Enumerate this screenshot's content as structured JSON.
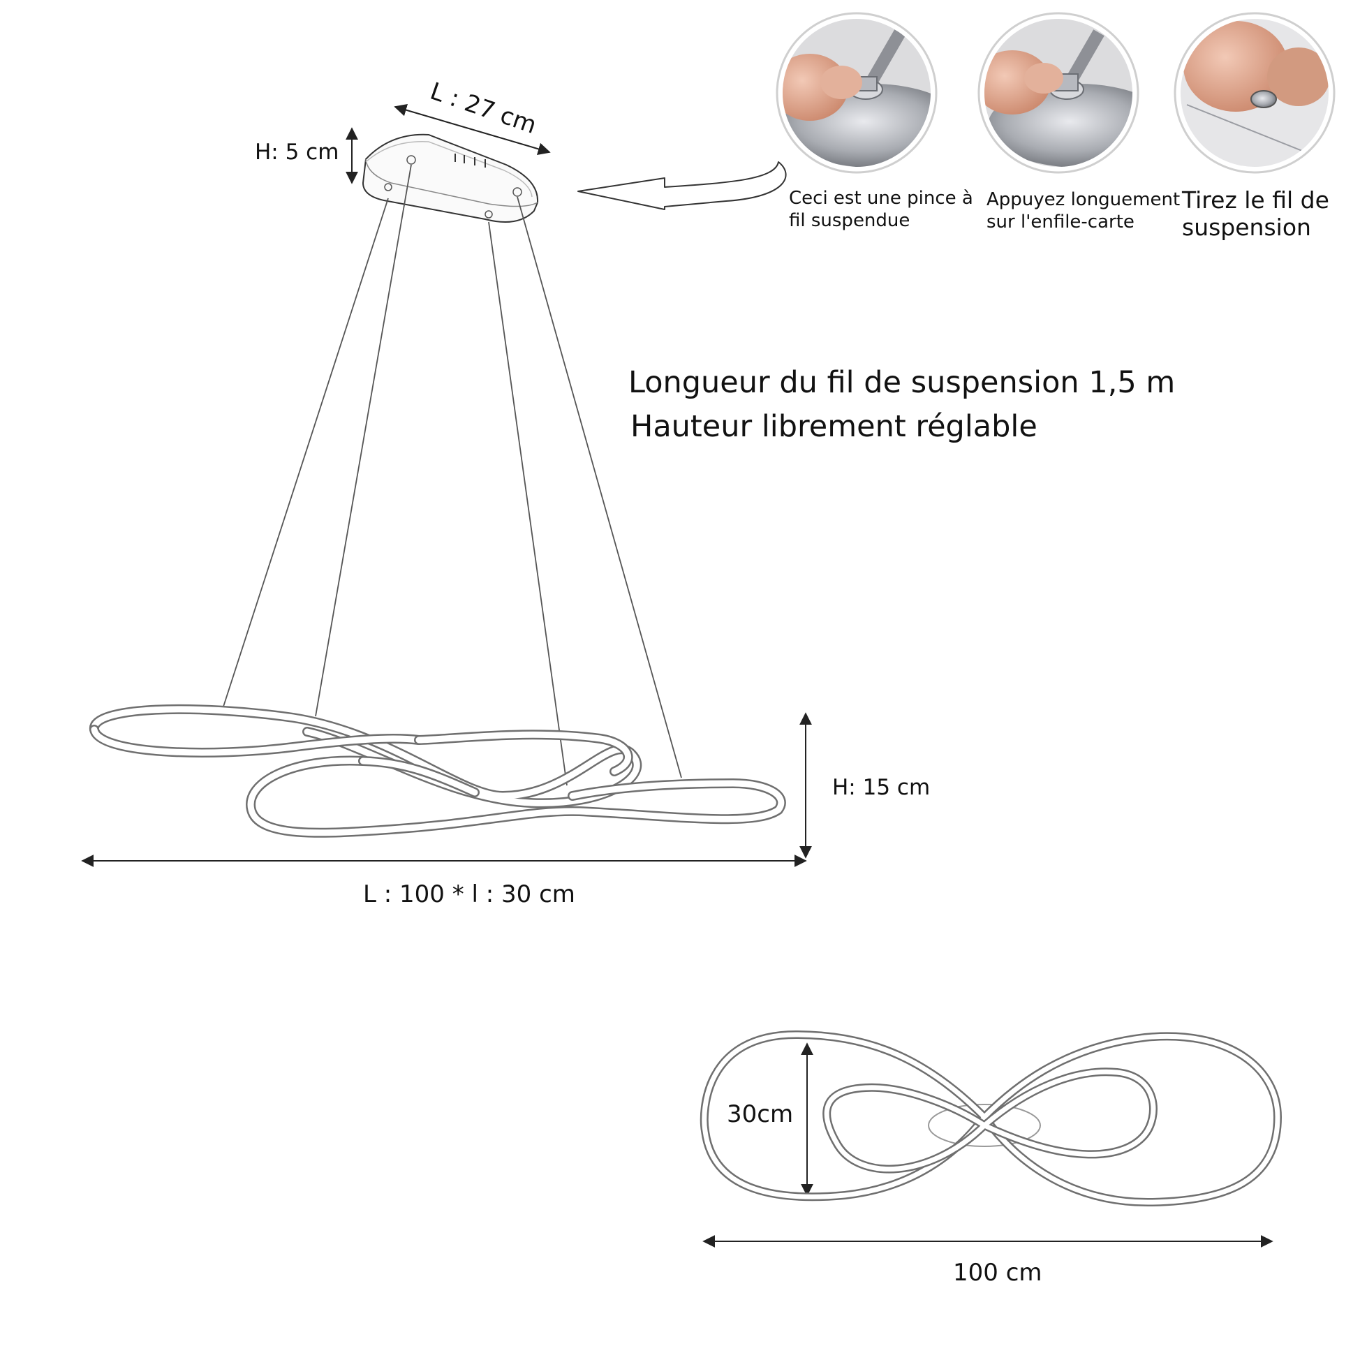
{
  "canopy": {
    "height_label": "H: 5 cm",
    "length_label": "L : 27 cm"
  },
  "steps": [
    {
      "caption": [
        "Ceci est une pince à",
        "fil suspendue"
      ]
    },
    {
      "caption": [
        "Appuyez longuement",
        "sur l'enfile-carte"
      ]
    },
    {
      "caption": [
        "Tirez le fil de",
        "suspension"
      ]
    }
  ],
  "info": {
    "line1": "Longueur du fil de suspension 1,5 m",
    "line2": "Hauteur librement réglable"
  },
  "lamp": {
    "height_label": "H: 15 cm",
    "size_label": "L : 100 * l : 30 cm"
  },
  "top_view": {
    "width_label": "30cm",
    "length_label": "100 cm"
  },
  "colors": {
    "line": "#222222",
    "ring": "#6f6f6f",
    "skin": "#d9a48c",
    "metal": "#a9acb2"
  }
}
